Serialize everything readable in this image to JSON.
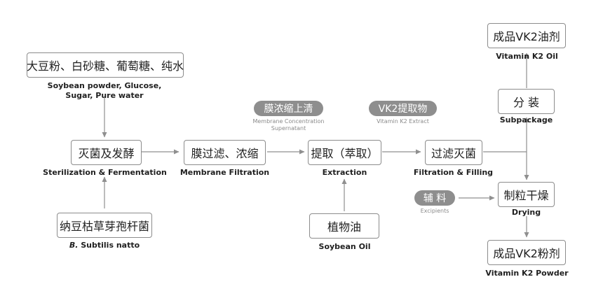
{
  "colors": {
    "border": "#8c8c8c",
    "arrow": "#8f8f8f",
    "pill_fill": "#8e8e8e",
    "text": "#1f1f1f",
    "note": "#8a8a8a"
  },
  "nodes": {
    "raw_materials": {
      "zh": "大豆粉、白砂糖、葡萄糖、纯水",
      "en_line1": "Soybean powder, Glucose,",
      "en_line2": "Sugar, Pure water"
    },
    "sterilization": {
      "zh": "灭菌及发酵",
      "en": "Sterilization & Fermentation"
    },
    "strain": {
      "zh": "纳豆枯草芽孢杆菌",
      "en_italic": "B.",
      "en_rest": " Subtilis natto"
    },
    "membrane_filtration": {
      "zh": "膜过滤、浓缩",
      "en": "Membrane Filtration"
    },
    "extraction": {
      "zh": "提取（萃取）",
      "en": "Extraction"
    },
    "soybean_oil": {
      "zh": "植物油",
      "en": "Soybean Oil"
    },
    "filtration_filling": {
      "zh": "过滤灭菌",
      "en": "Filtration & Filling"
    },
    "subpackage": {
      "zh": "分 装",
      "en": "Subpackage"
    },
    "vk2_oil": {
      "zh": "成品VK2油剂",
      "en": "Vitamin K2 Oil"
    },
    "drying": {
      "zh": "制粒干燥",
      "en": "Drying"
    },
    "vk2_powder": {
      "zh": "成品VK2粉剂",
      "en": "Vitamin K2 Powder"
    }
  },
  "tags": {
    "membrane_supernatant": {
      "zh": "膜浓缩上清",
      "en_line1": "Membrane Concentration",
      "en_line2": "Supernatant"
    },
    "vk2_extract": {
      "zh": "VK2提取物",
      "en": "Vitamin K2 Extract"
    },
    "excipients": {
      "zh": "辅 料",
      "en": "Excipients"
    }
  },
  "edges": [
    [
      "raw-materials",
      "sterilization"
    ],
    [
      "strain",
      "sterilization"
    ],
    [
      "sterilization",
      "membrane-filtration"
    ],
    [
      "membrane-filtration",
      "extraction"
    ],
    [
      "soybean-oil",
      "extraction"
    ],
    [
      "extraction",
      "filtration-filling"
    ],
    [
      "filtration-filling",
      "subpackage"
    ],
    [
      "filtration-filling",
      "drying"
    ],
    [
      "subpackage",
      "vk2-oil"
    ],
    [
      "excipients",
      "drying"
    ],
    [
      "drying",
      "vk2-powder"
    ]
  ]
}
